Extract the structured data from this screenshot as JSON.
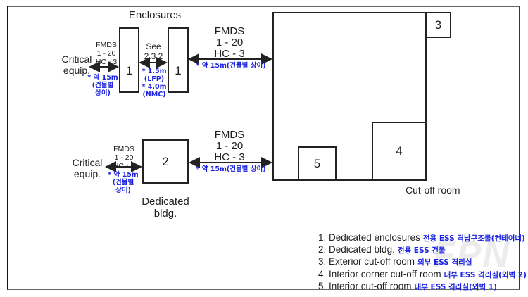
{
  "diagram": {
    "enclosures_title": "Enclosures",
    "top_row": {
      "critical_label": [
        "Critical",
        "equip."
      ],
      "left_spec": [
        "FMDS",
        "1 - 20",
        "HC - 3"
      ],
      "left_note": [
        "* 약 15m",
        "(건물별",
        "상이)"
      ],
      "box_1a": "1",
      "middle_spec": [
        "See",
        "2.3.2"
      ],
      "middle_note": [
        "* 1.5m",
        "(LFP)",
        "* 4.0m",
        "(NMC)"
      ],
      "box_1b": "1",
      "right_spec": [
        "FMDS",
        "1 - 20",
        "HC - 3"
      ],
      "right_note": "* 약 15m(건물별 상이)"
    },
    "bottom_row": {
      "critical_label": [
        "Critical",
        "equip."
      ],
      "left_spec": [
        "FMDS",
        "1 - 20",
        "HC - 3"
      ],
      "left_note": [
        "* 약 15m",
        "(건물별",
        "상이)"
      ],
      "box_2": "2",
      "dedicated_label": [
        "Dedicated",
        "bldg."
      ],
      "right_spec": [
        "FMDS",
        "1 - 20",
        "HC - 3"
      ],
      "right_note": "* 약 15m(건물별 상이)"
    },
    "cutoff_room": {
      "label": "Cut-off room",
      "box_3": "3",
      "box_4": "4",
      "box_5": "5"
    },
    "legend": [
      {
        "en": "1. Dedicated enclosures",
        "ko": "전용 ESS 격납구조물(컨테이너)"
      },
      {
        "en": "2. Dedicated bldg.",
        "ko": "전용 ESS 건물"
      },
      {
        "en": "3. Exterior cut-off room",
        "ko": "외부 ESS 격리실"
      },
      {
        "en": "4. Interior corner cut-off room",
        "ko": "내부 ESS 격리실(외벽 2)"
      },
      {
        "en": "5. Interior cut-off room",
        "ko": "내부 ESS 격리실(외벽 1)"
      }
    ],
    "watermark": "FPN",
    "colors": {
      "note_blue": "#1a22e0",
      "line": "#222222"
    }
  }
}
